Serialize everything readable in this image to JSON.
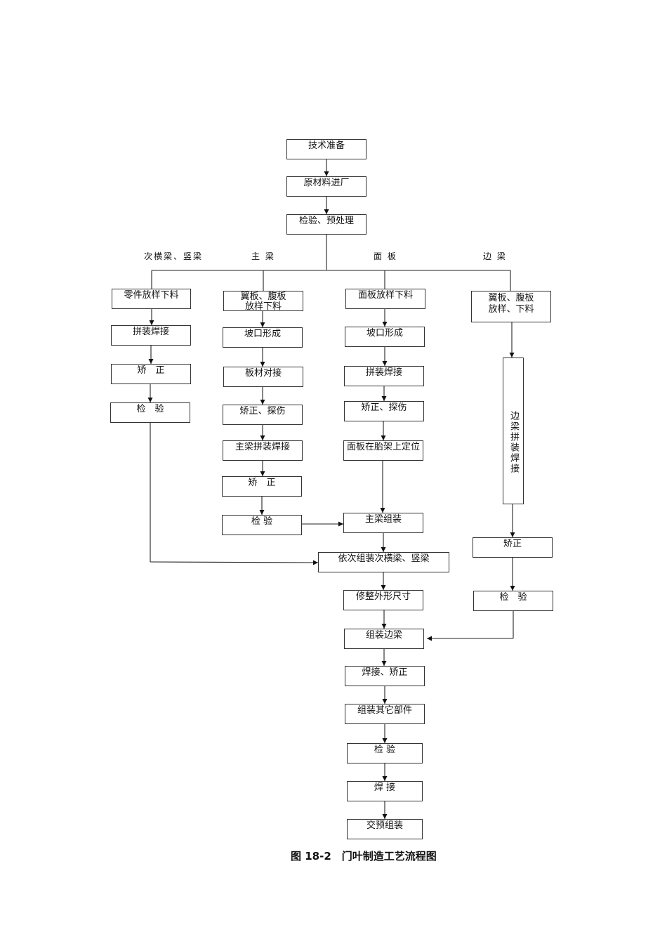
{
  "diagram": {
    "top_steps": [
      "技术准备",
      "原材料进厂",
      "检验、预处理"
    ],
    "branches": [
      {
        "label": "次横梁、竖梁",
        "steps": [
          "零件放样下料",
          "拼装焊接",
          "矫　正",
          "检　验"
        ]
      },
      {
        "label": "主 梁",
        "steps": [
          "翼板、腹板\n放样下料",
          "坡口形成",
          "板材对接",
          "矫正、探伤",
          "主梁拼装焊接",
          "矫　正",
          "检 验"
        ]
      },
      {
        "label": "面 板",
        "steps": [
          "面板放样下料",
          "坡口形成",
          "拼装焊接",
          "矫正、探伤",
          "面板在胎架上定位"
        ]
      },
      {
        "label": "边 梁",
        "steps": [
          "翼板、腹板\n放样、下料",
          "边梁拼装焊接",
          "矫正",
          "检　验"
        ]
      }
    ],
    "merge_steps": [
      "主梁组装",
      "依次组装次横梁、竖梁",
      "修整外形尺寸",
      "组装边梁",
      "焊接、矫正",
      "组装其它部件",
      "检 验",
      "焊 接",
      "交预组装"
    ],
    "connections": [
      {
        "from": "技术准备",
        "to": "原材料进厂"
      },
      {
        "from": "原材料进厂",
        "to": "检验、预处理"
      },
      {
        "from": "检验、预处理",
        "to": "零件放样下料"
      },
      {
        "from": "检验、预处理",
        "to": "翼板、腹板 放样下料"
      },
      {
        "from": "检验、预处理",
        "to": "面板放样下料"
      },
      {
        "from": "检验、预处理",
        "to": "翼板、腹板 放样、下料"
      },
      {
        "from": "主梁检验",
        "to": "主梁组装"
      },
      {
        "from": "面板在胎架上定位",
        "to": "主梁组装"
      },
      {
        "from": "次横梁检验",
        "to": "依次组装次横梁、竖梁"
      },
      {
        "from": "主梁组装",
        "to": "依次组装次横梁、竖梁"
      },
      {
        "from": "边梁检验",
        "to": "组装边梁"
      }
    ]
  },
  "caption": "图 18-2　门叶制造工艺流程图"
}
